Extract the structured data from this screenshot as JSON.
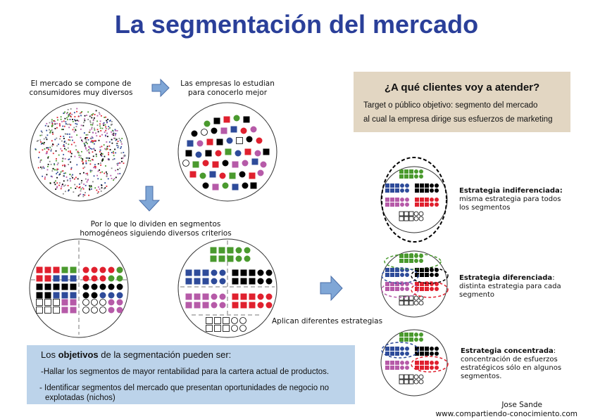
{
  "title": "La segmentación del mercado",
  "captions": {
    "market": "El mercado se compone de consumidores muy diversos",
    "study": "Las empresas lo estudian para conocerlo mejor",
    "divide": "Por lo que lo dividen en segmentos homogéneos siguiendo diversos criterios",
    "apply": "Aplican diferentes estrategias"
  },
  "question_box": {
    "title": "¿A qué clientes voy a atender?",
    "line1": "Target o público objetivo: segmento del mercado",
    "line2": "al cual la empresa dirige sus esfuerzos de marketing"
  },
  "objectives_box": {
    "heading_pre": "Los ",
    "heading_bold": "objetivos",
    "heading_post": " de la segmentación pueden ser:",
    "item1": "-Hallar los segmentos de mayor rentabilidad para la cartera actual de productos.",
    "item2a": "- Identificar segmentos del mercado que presentan oportunidades de negocio no",
    "item2b": "explotadas (nichos)"
  },
  "strategies": [
    {
      "name": "Estrategia indiferenciada:",
      "desc": "misma estrategia para todos los segmentos"
    },
    {
      "name": "Estrategia diferenciada",
      "suffix": ":",
      "desc": "distinta estrategia para cada segmento"
    },
    {
      "name": "Estrategia concentrada",
      "suffix": ":",
      "desc": "concentración de esfuerzos estratégicos sólo en algunos segmentos."
    }
  ],
  "signature": {
    "author": "Jose Sande",
    "site": "www.compartiendo-conocimiento.com"
  },
  "colors": {
    "title": "#2a3f99",
    "green": "#4a9a2e",
    "blue": "#2e4b9a",
    "red": "#e0202e",
    "black": "#000000",
    "purple": "#b65aa8",
    "arrow": "#7fa6d6",
    "question_box": "#e2d6c2",
    "objectives_box": "#bcd3ea"
  }
}
